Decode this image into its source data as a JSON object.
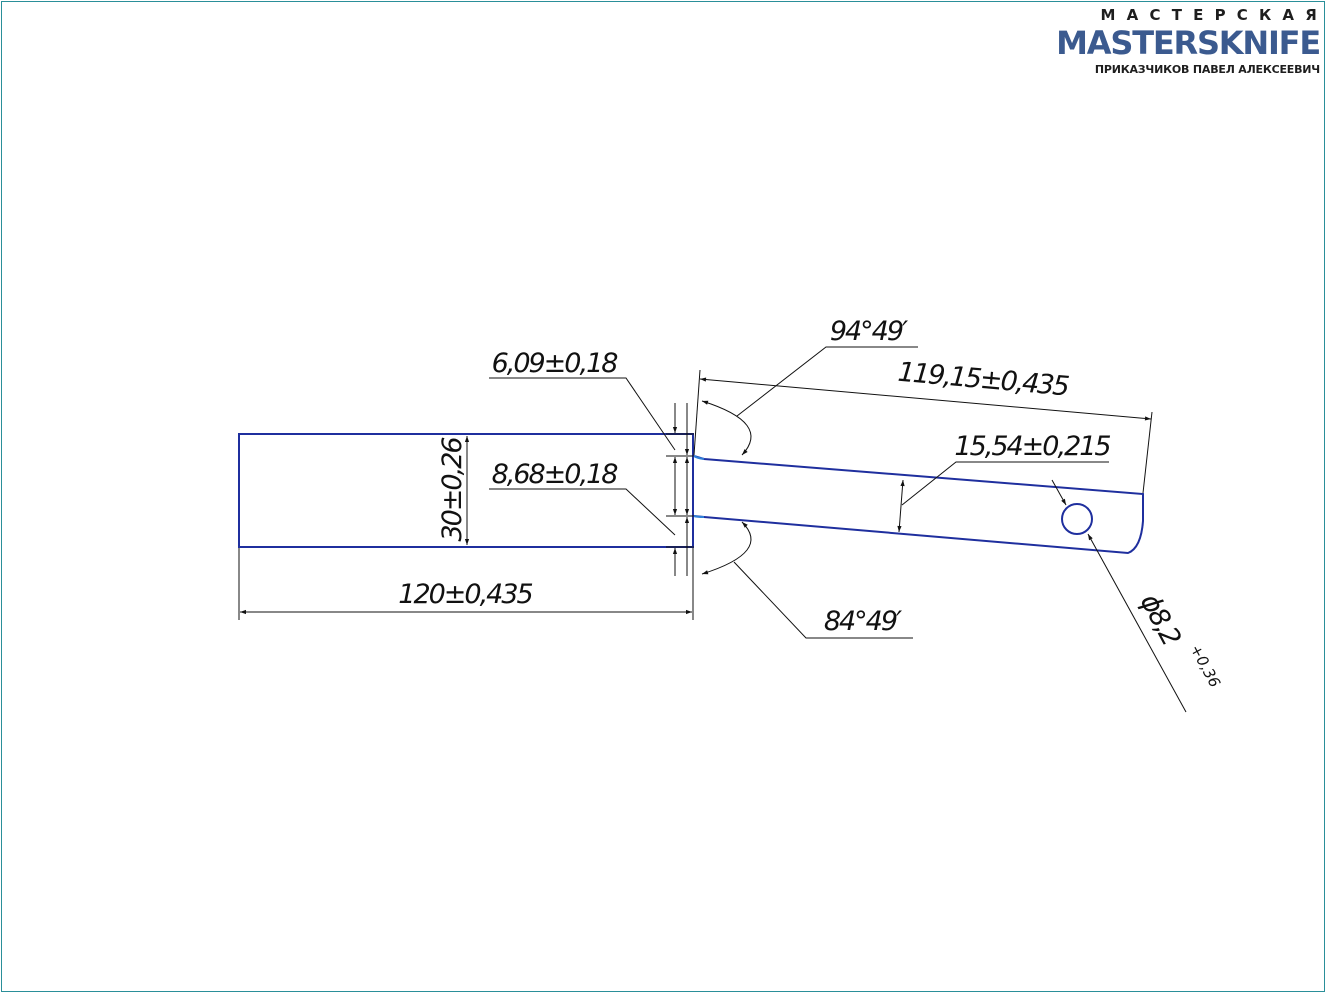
{
  "logo": {
    "top_text": "МАСТЕРСКАЯ",
    "brand": "MASTERSKNIFE",
    "owner": "ПРИКАЗЧИКОВ ПАВЕЛ АЛЕКСЕЕВИЧ"
  },
  "dimensions": {
    "length_straight": "120±0,435",
    "height": "30±0,26",
    "top_offset": "6,09±0,18",
    "middle_offset": "8,68±0,18",
    "angle_top": "94°49′",
    "angle_bottom": "84°49′",
    "length_angled": "119,15±0,435",
    "width_angled": "15,54±0,215",
    "hole_diameter": "ϕ8,2",
    "hole_tolerance": "+0,36"
  },
  "colors": {
    "frame": "#2a8f99",
    "part_outline": "#1f2f9e",
    "part_accent": "#2f7fd8",
    "dimension_lines": "#111111",
    "brand": "#3b5a8f"
  }
}
